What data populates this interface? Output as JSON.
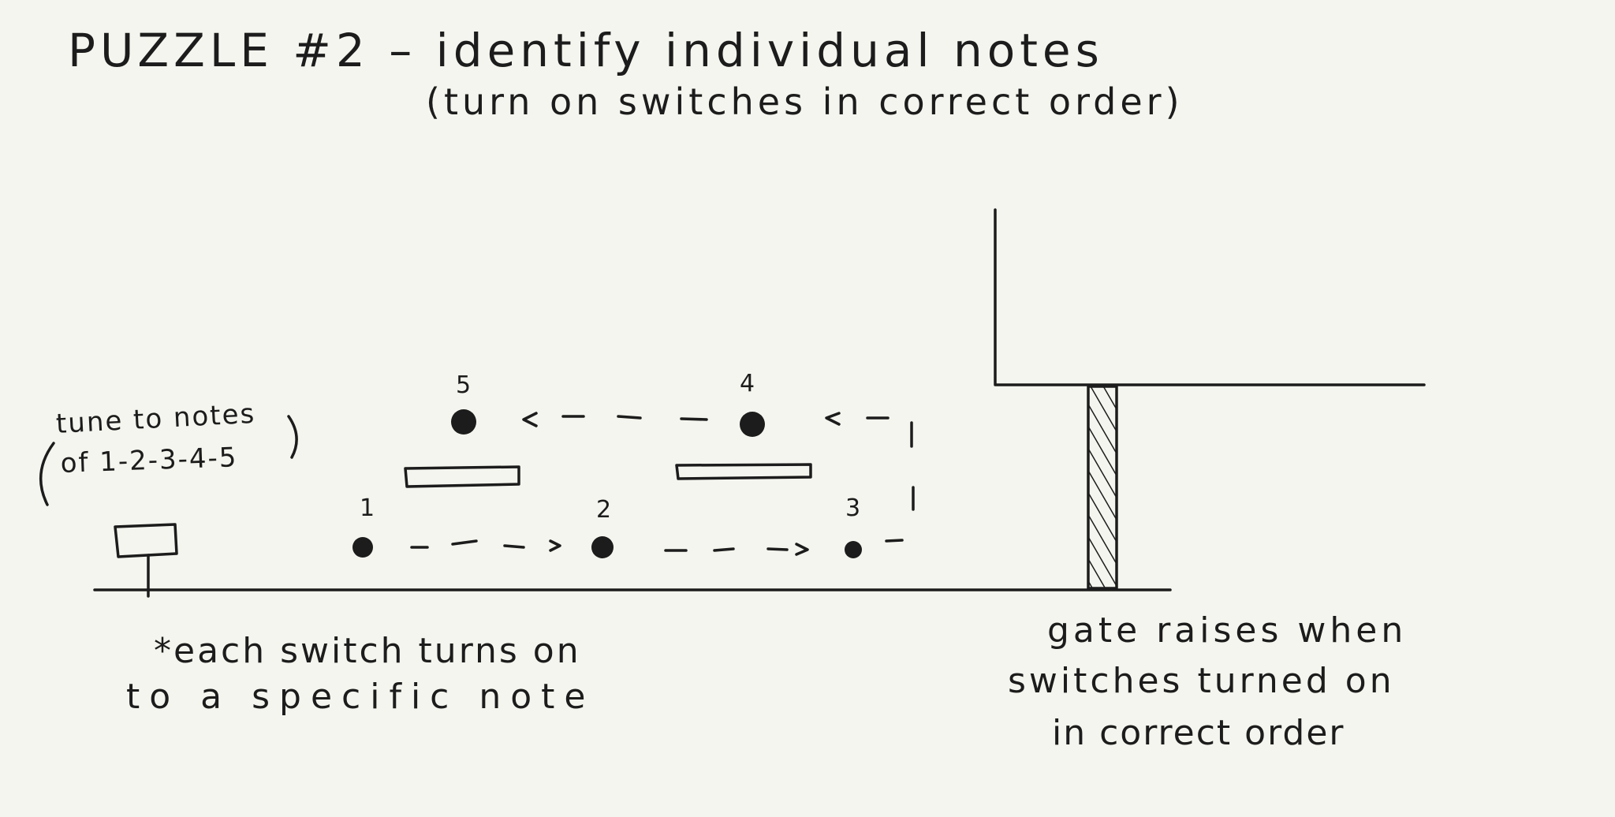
{
  "title": {
    "main": "PUZZLE #2 – identify individual notes",
    "sub": "(turn on switches in correct order)"
  },
  "tune_note": {
    "line1": "tune to notes",
    "line2": "of 1-2-3-4-5"
  },
  "switch_note": {
    "line1": "*each switch turns on",
    "line2": "to a specific note"
  },
  "gate_note": {
    "line1": "gate raises when",
    "line2": "switches turned on",
    "line3": "in correct order"
  },
  "switches": [
    {
      "label": "1"
    },
    {
      "label": "2"
    },
    {
      "label": "3"
    },
    {
      "label": "4"
    },
    {
      "label": "5"
    }
  ],
  "colors": {
    "ink": "#1c1c1c",
    "paper": "#f4f5ee"
  }
}
